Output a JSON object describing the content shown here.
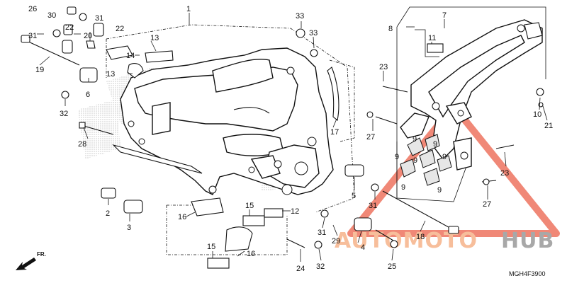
{
  "diagram": {
    "code": "MGH4F3900",
    "direction_label": "FR.",
    "watermark": {
      "part_a": "AUTOMOTO",
      "part_b": "HUB"
    },
    "callouts": [
      "1",
      "2",
      "3",
      "4",
      "5",
      "6",
      "7",
      "8",
      "9",
      "10",
      "11",
      "12",
      "13",
      "14",
      "15",
      "16",
      "17",
      "18",
      "19",
      "20",
      "21",
      "22",
      "23",
      "24",
      "25",
      "26",
      "27",
      "28",
      "29",
      "30",
      "31",
      "32",
      "33"
    ],
    "colors": {
      "ink": "#111111",
      "watermark_red": "#e8452a",
      "watermark_orange": "#f6b38a",
      "watermark_gray": "#9a9a9a"
    }
  }
}
